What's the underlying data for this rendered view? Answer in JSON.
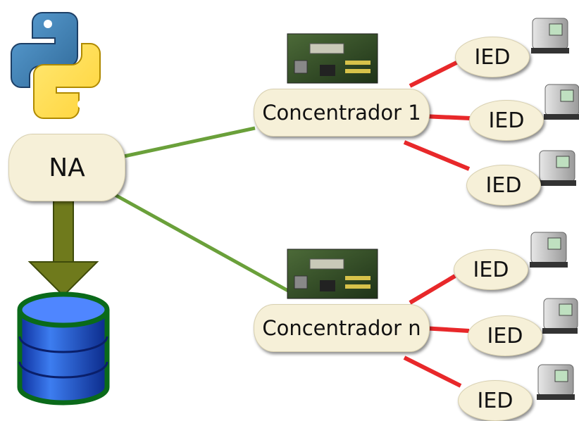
{
  "na_label": "NA",
  "concentrators": [
    {
      "label": "Concentrador 1"
    },
    {
      "label": "Concentrador n"
    }
  ],
  "ied_label": "IED",
  "colors": {
    "green_link": "#6aa03a",
    "red_link": "#e8282a",
    "node_fill": "#f6f0d8",
    "arrow": "#6f7a1c",
    "database": "#1f5bd6"
  },
  "icons": [
    "python-logo-icon",
    "database-icon",
    "board-icon",
    "meter-icon"
  ]
}
